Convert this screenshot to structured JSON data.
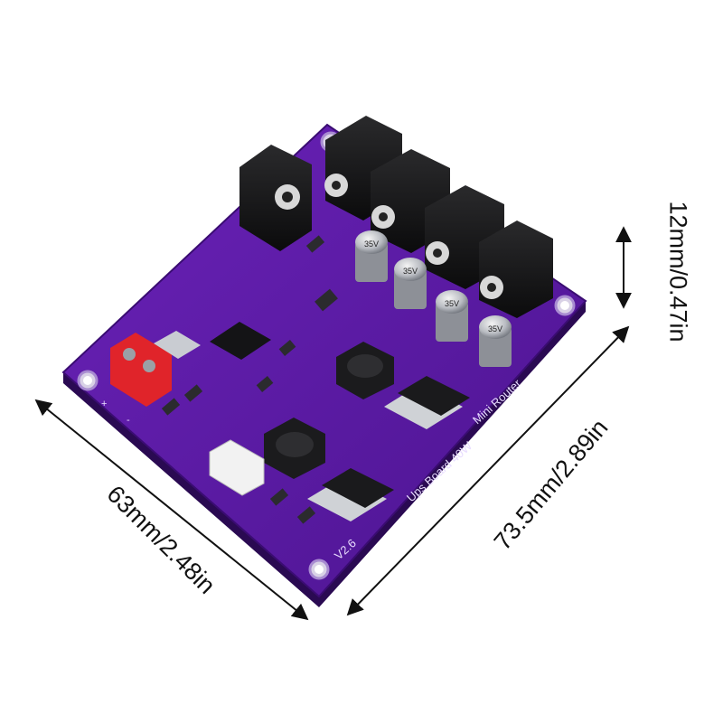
{
  "dimensions": {
    "depth": "63mm/2.48in",
    "width": "73.5mm/2.89in",
    "height": "12mm/0.47in"
  },
  "board": {
    "title_line1": "Mini Router",
    "title_line2": "Ups Board 40W",
    "version": "V2.6",
    "terminal_plus": "+",
    "terminal_minus": "-",
    "capacitor_marking": "35V",
    "pcb_color": "#5a1aa6",
    "silk_color": "#e8dcff",
    "terminal_color": "#e0242a"
  }
}
